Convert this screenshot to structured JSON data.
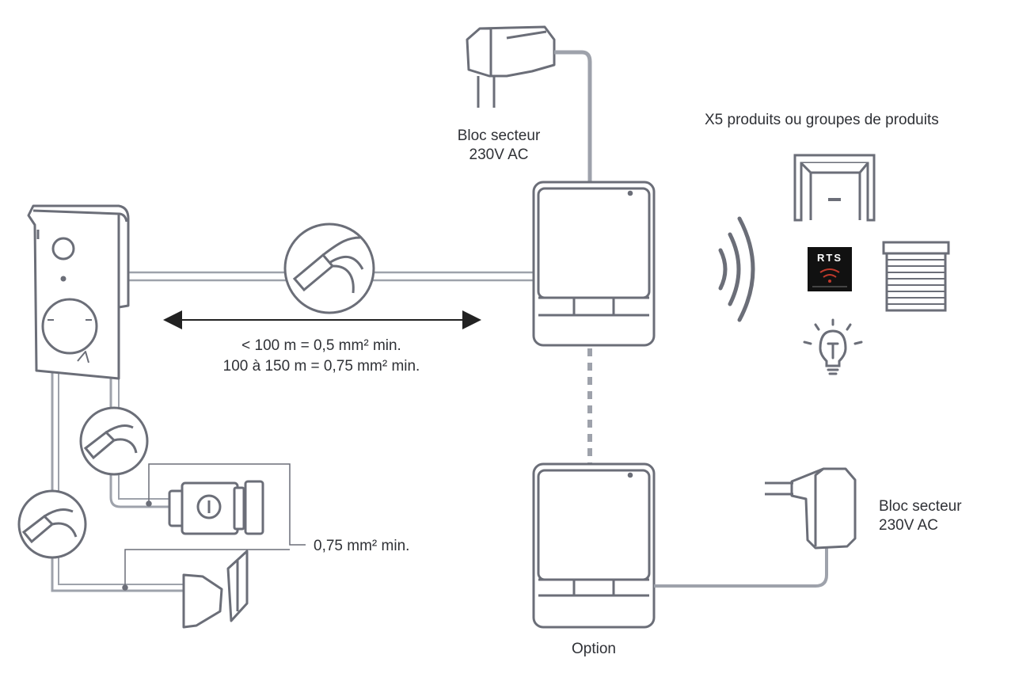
{
  "labels": {
    "power_top_line1": "Bloc secteur",
    "power_top_line2": "230V AC",
    "power_right_line1": "Bloc secteur",
    "power_right_line2": "230V AC",
    "products_title": "X5 produits ou groupes de produits",
    "distance_line1": "< 100 m = 0,5 mm² min.",
    "distance_line2": "100 à 150 m = 0,75 mm² min.",
    "wire_gauge": "0,75 mm² min.",
    "option": "Option",
    "rts_logo": "RTS"
  },
  "colors": {
    "stroke": "#6b6e78",
    "cable": "#9ea2ab",
    "text": "#2f3136",
    "rts_bg": "#111111",
    "rts_wave": "#c0392b"
  },
  "icons": [
    "power-adapter-icon",
    "receiver-box-icon",
    "doorbell-panel-icon",
    "cable-cross-section-icon",
    "door-lock-icon",
    "gate-motor-icon",
    "radio-waves-icon",
    "garage-door-icon",
    "rolling-shutter-icon",
    "light-bulb-icon",
    "rts-logo-icon"
  ]
}
